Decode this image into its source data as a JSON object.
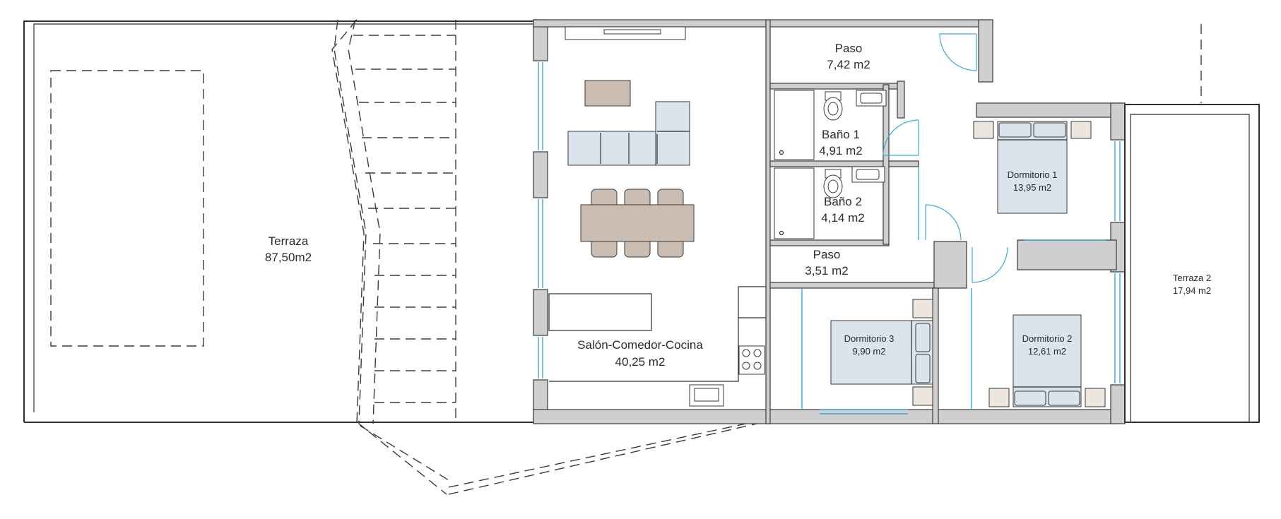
{
  "rooms": {
    "terraza": {
      "name": "Terraza",
      "area": "87,50m2"
    },
    "salon": {
      "name": "Salón-Comedor-Cocina",
      "area": "40,25 m2"
    },
    "paso1": {
      "name": "Paso",
      "area": "7,42 m2"
    },
    "bano1": {
      "name": "Baño 1",
      "area": "4,91 m2"
    },
    "bano2": {
      "name": "Baño 2",
      "area": "4,14 m2"
    },
    "paso2": {
      "name": "Paso",
      "area": "3,51 m2"
    },
    "dormitorio1": {
      "name": "Dormitorio 1",
      "area": "13,95 m2"
    },
    "dormitorio2": {
      "name": "Dormitorio 2",
      "area": "12,61 m2"
    },
    "dormitorio3": {
      "name": "Dormitorio 3",
      "area": "9,90 m2"
    },
    "terraza2": {
      "name": "Terraza 2",
      "area": "17,94 m2"
    }
  },
  "colors": {
    "wall": "#cfcfcf",
    "window": "#3aa9d8",
    "furniture_blue": "#dbe3ec",
    "furniture_wood": "#cbbcb1"
  }
}
